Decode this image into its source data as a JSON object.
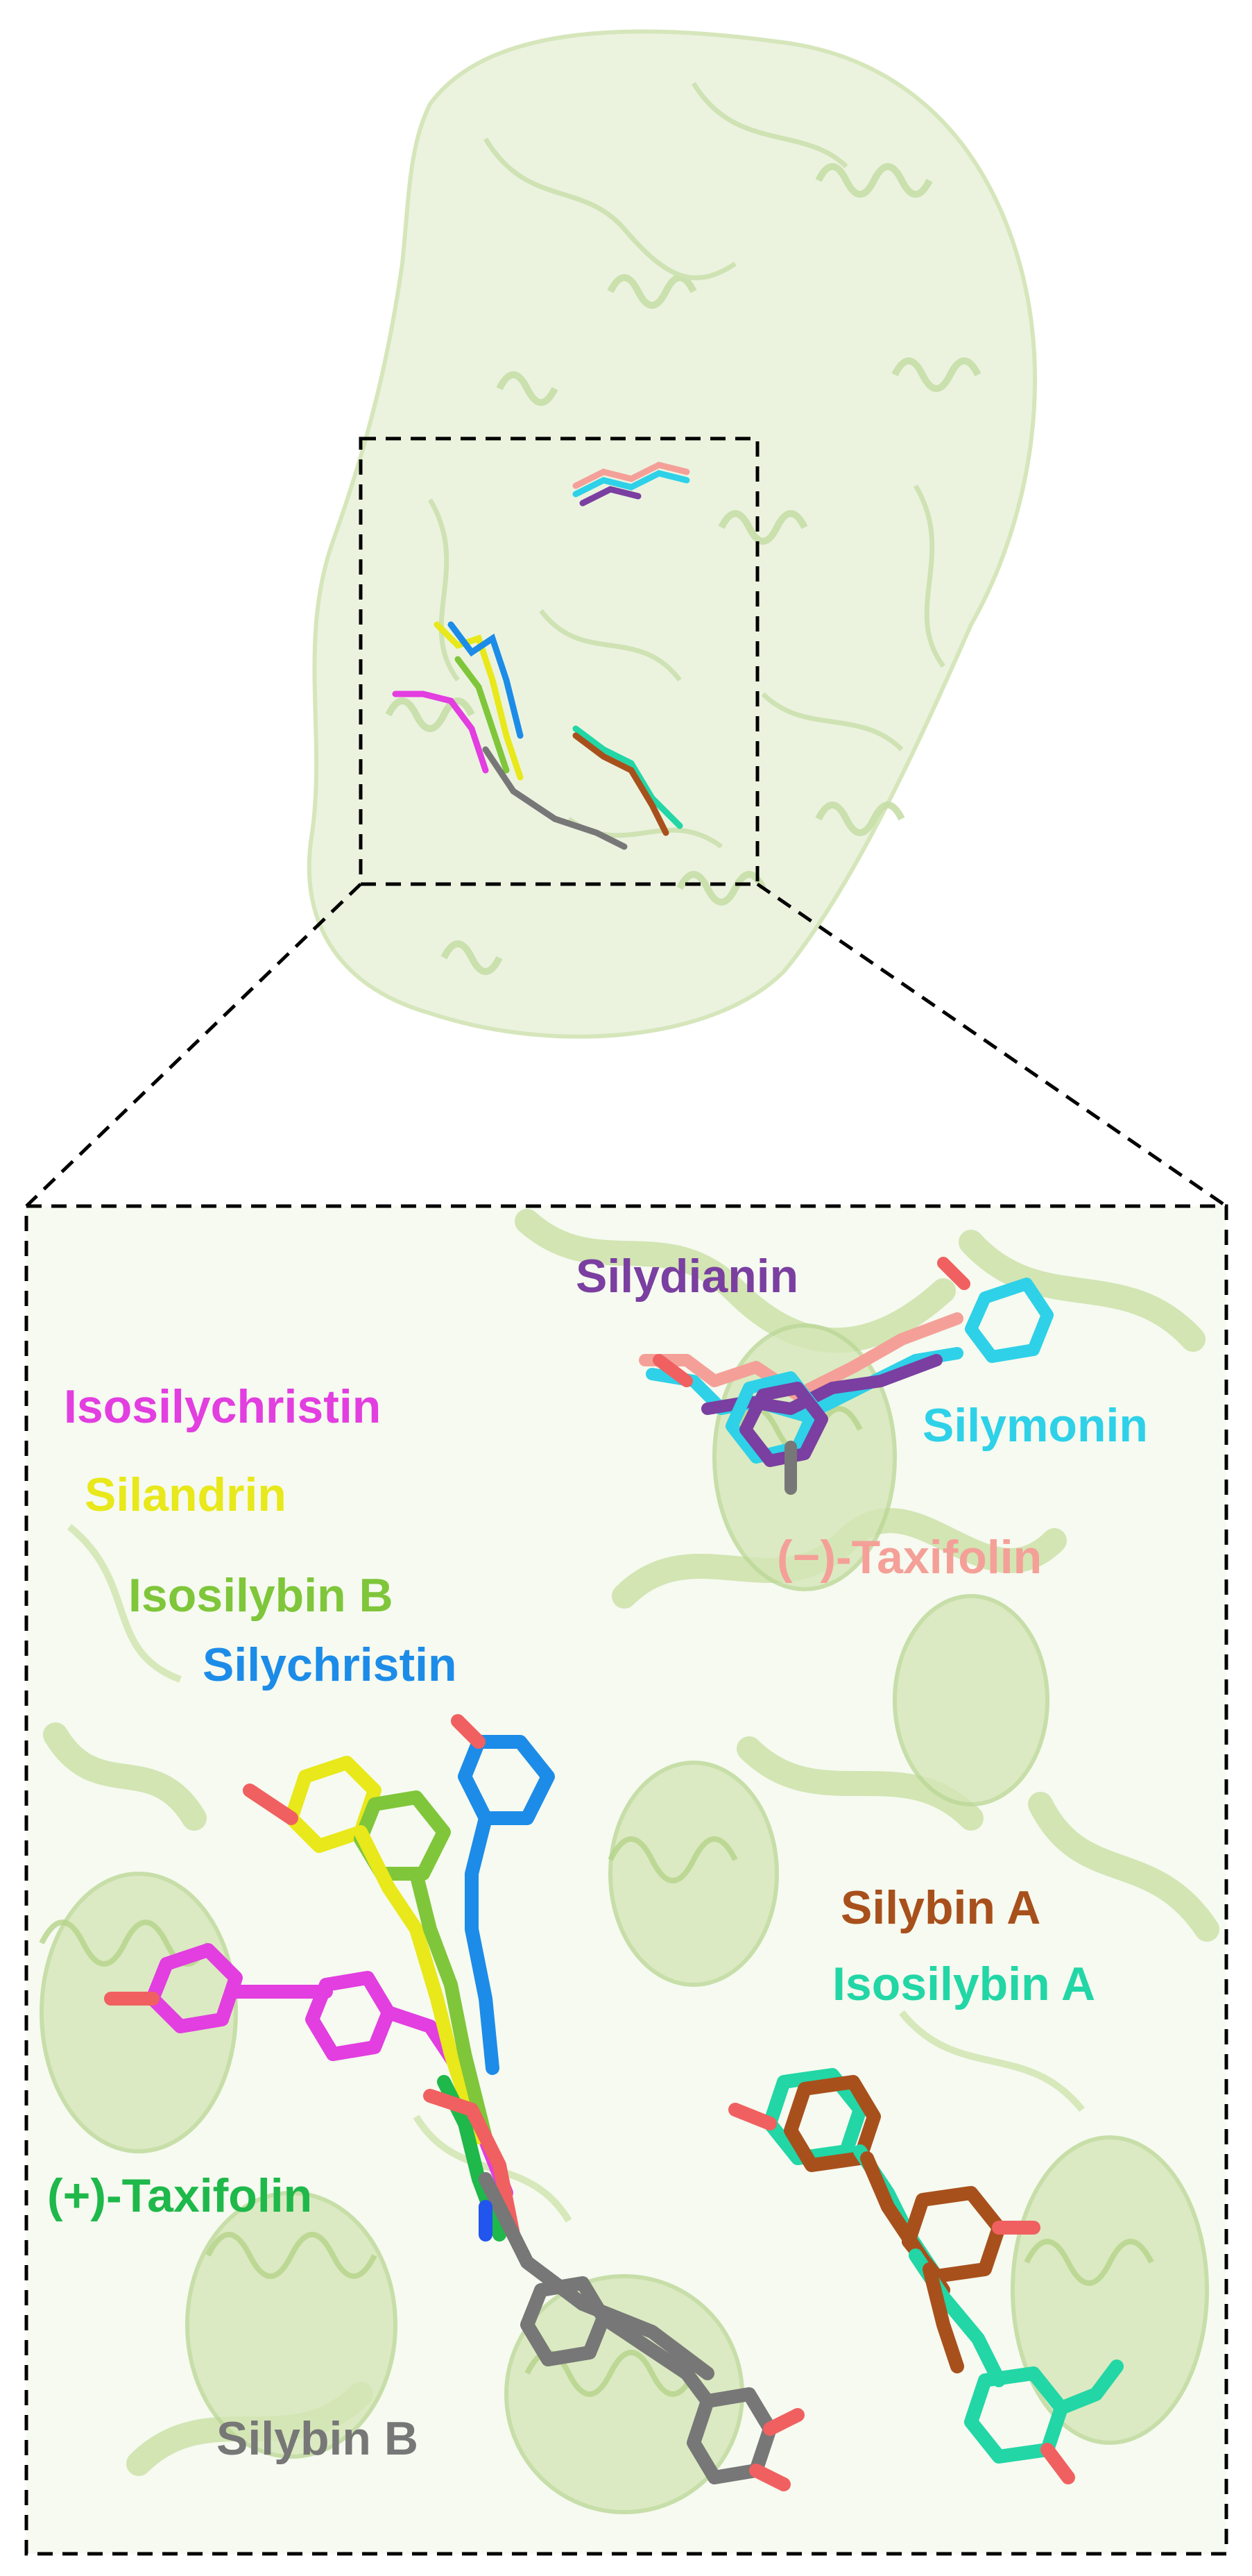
{
  "colors": {
    "protein": "#b7d38d",
    "oxygen": "#f06060",
    "nitrogen": "#2255ee",
    "silydianin": "#7a3fa0",
    "isosilychristin": "#e23ee0",
    "silymonin": "#2ed1e8",
    "silandrin": "#e8e81a",
    "taxifolin_minus": "#f4a098",
    "isosilybin_b": "#7fc63a",
    "silychristin": "#1c8ce8",
    "silybin_a": "#a8501c",
    "isosilybin_a": "#22d6a6",
    "taxifolin_plus": "#1fb84a",
    "silybin_b": "#777777"
  },
  "labels": {
    "silydianin": "Silydianin",
    "isosilychristin": "Isosilychristin",
    "silymonin": "Silymonin",
    "silandrin": "Silandrin",
    "taxifolin_minus": "(−)-Taxifolin",
    "isosilybin_b": "Isosilybin B",
    "silychristin": "Silychristin",
    "silybin_a": "Silybin A",
    "isosilybin_a": "Isosilybin A",
    "taxifolin_plus": "(+)-Taxifolin",
    "silybin_b": "Silybin B"
  }
}
